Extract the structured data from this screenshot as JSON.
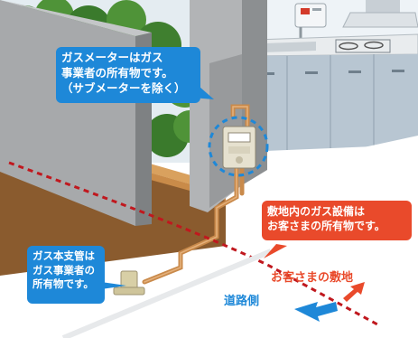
{
  "callouts": {
    "gas_meter": {
      "line1": "ガスメーターはガス",
      "line2": "事業者の所有物です。",
      "line3": "（サブメーターを除く）"
    },
    "main_pipe": {
      "line1": "ガス本支管は",
      "line2": "ガス事業者の",
      "line3": "所有物です。"
    },
    "premises_equipment": {
      "line1": "敷地内のガス設備は",
      "line2": "お客さまの所有物です。"
    }
  },
  "labels": {
    "customer_premises": "お客さまの敷地",
    "road_side": "道路側"
  },
  "colors": {
    "callout_blue": "#1e88d8",
    "callout_red": "#e94a2b",
    "boundary_line": "#c0181e",
    "road_arrow": "#1e88d8",
    "premises_arrow": "#e94a2b"
  },
  "icons": [
    "gas-meter-icon",
    "water-heater-icon",
    "range-hood-icon",
    "stove-burner-icon",
    "faucet-icon"
  ]
}
